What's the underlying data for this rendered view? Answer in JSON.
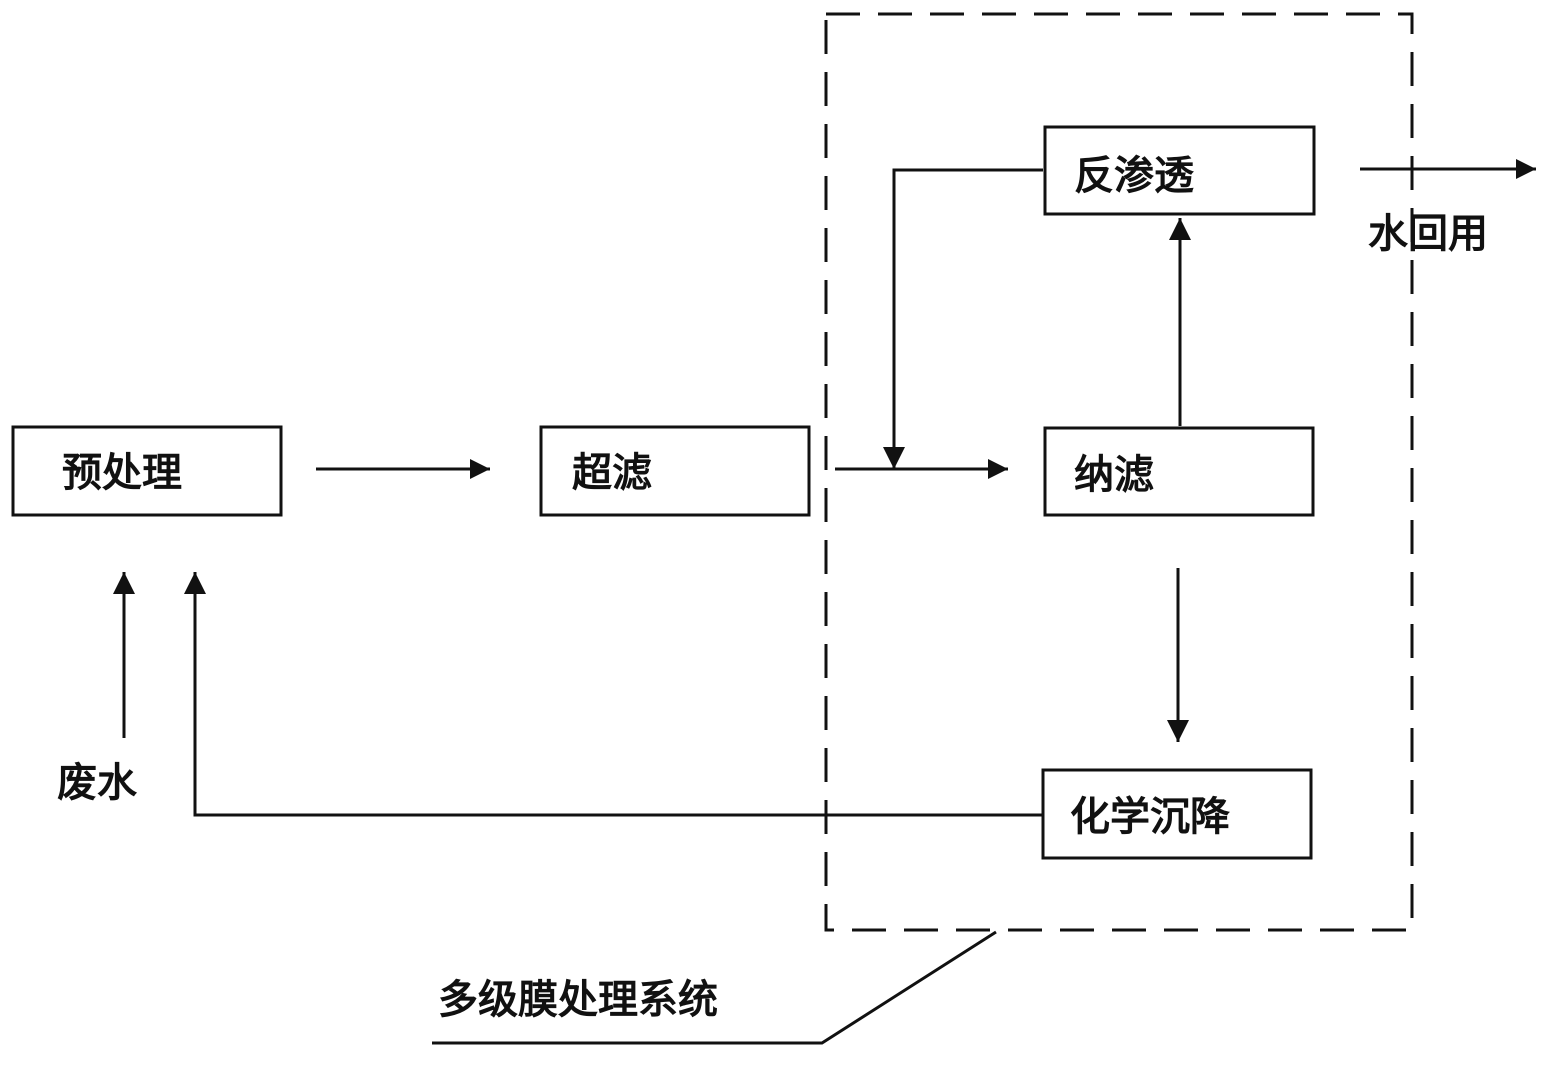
{
  "nodes": {
    "pretreatment": "预处理",
    "ultrafiltration": "超滤",
    "reverse_osmosis": "反渗透",
    "nanofiltration": "纳滤",
    "chemical_precipitation": "化学沉降"
  },
  "labels": {
    "wastewater": "废水",
    "water_reuse": "水回用",
    "system": "多级膜处理系统"
  },
  "colors": {
    "stroke": "#111111",
    "background": "#ffffff"
  }
}
